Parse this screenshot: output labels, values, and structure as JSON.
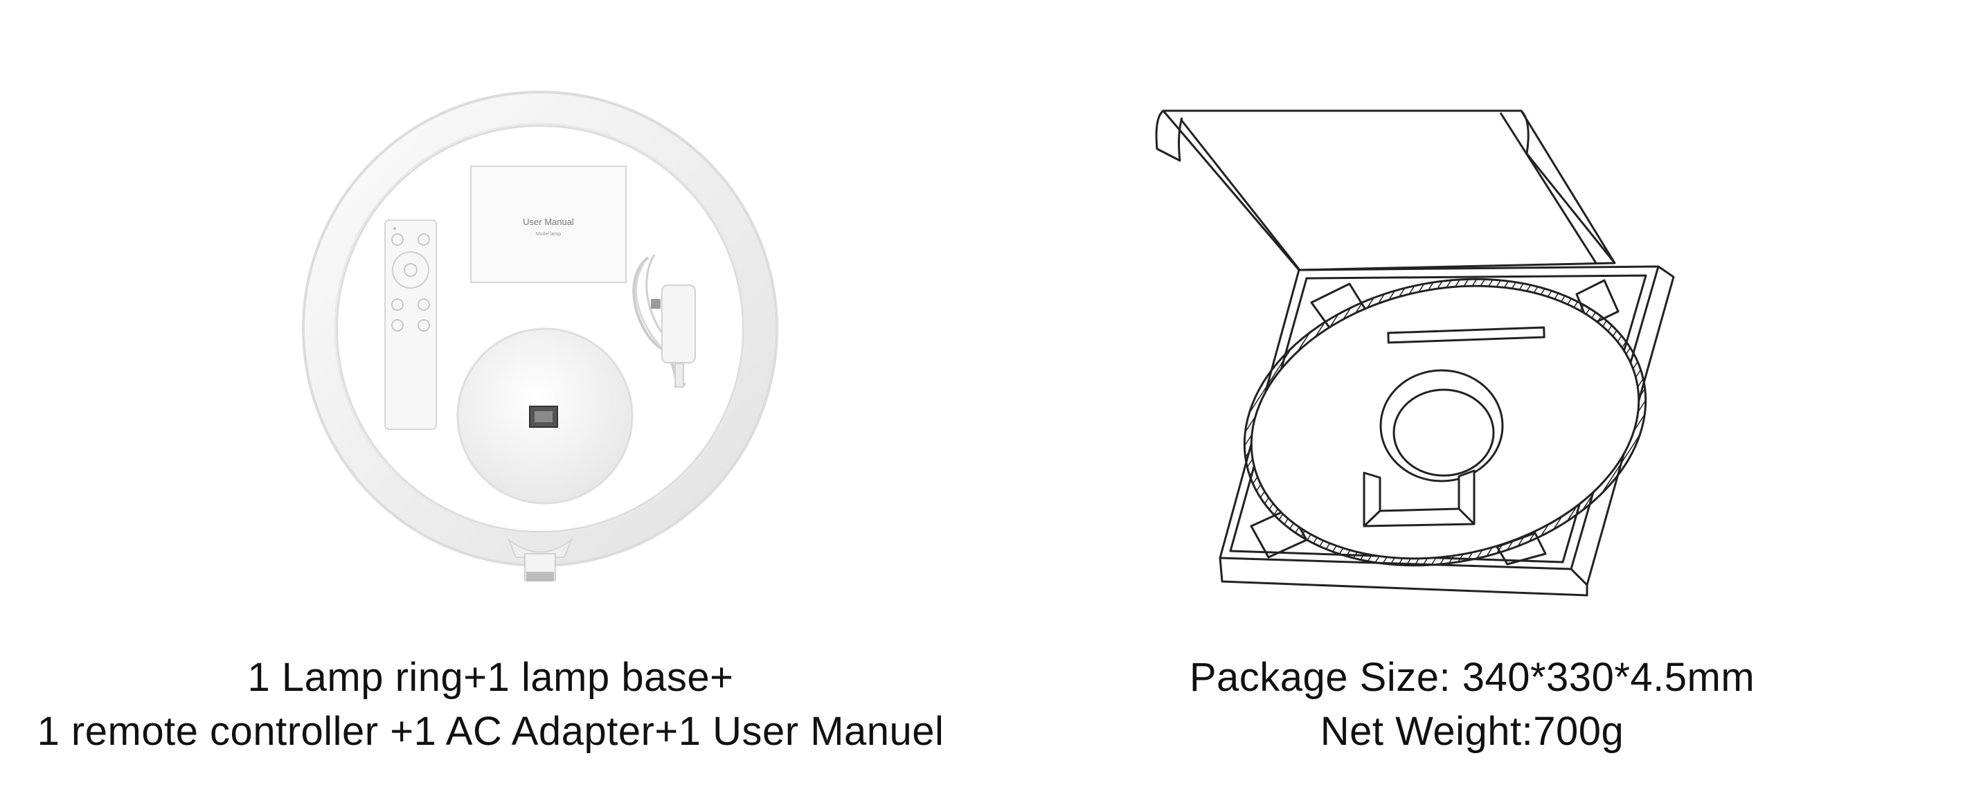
{
  "left": {
    "caption_lines": [
      "1 Lamp ring+1 lamp base+",
      "1 remote controller +1 AC Adapter+1 User Manuel"
    ],
    "manual_title": "User Manual",
    "manual_subtitle": "Model lamp"
  },
  "right": {
    "caption_lines": [
      "Package Size: 340*330*4.5mm",
      "Net Weight:700g"
    ]
  },
  "colors": {
    "background": "#ffffff",
    "text": "#111111",
    "product_white": "#f6f6f6",
    "product_shadow": "#d9d9d9",
    "line_art": "#222222"
  }
}
